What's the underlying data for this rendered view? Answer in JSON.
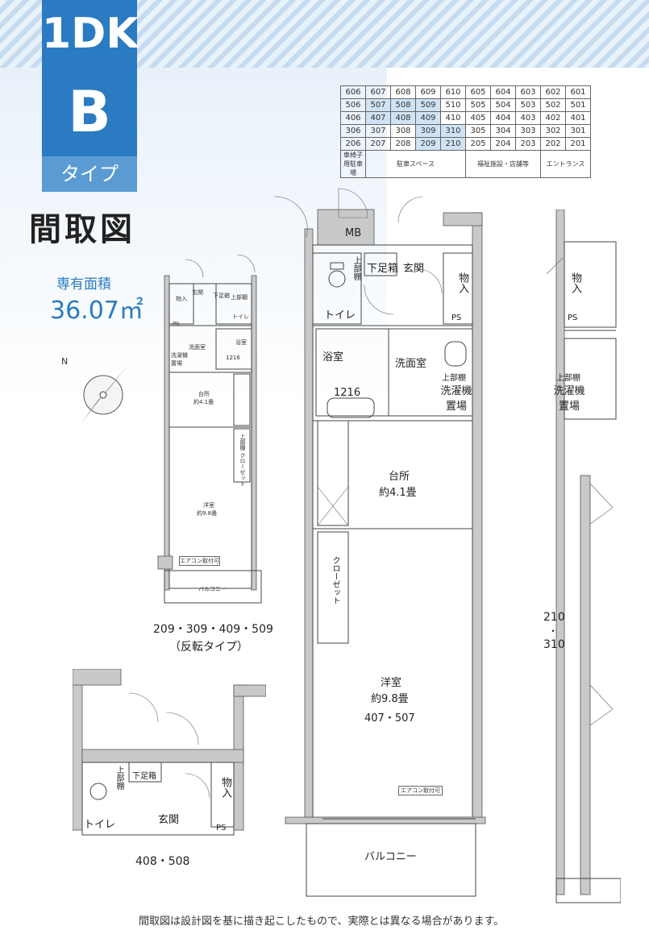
{
  "header": {
    "layout": "1DK",
    "type_letter": "B",
    "type_word": "タイプ",
    "title": "間取図"
  },
  "area": {
    "label": "専有面積",
    "value": "36.07㎡"
  },
  "unit_table": {
    "rows": [
      [
        {
          "t": "606"
        },
        {
          "t": "607"
        },
        {
          "t": "608"
        },
        {
          "t": "609"
        },
        {
          "t": "610"
        },
        {
          "t": "605"
        },
        {
          "t": "604"
        },
        {
          "t": "603"
        },
        {
          "t": "602"
        },
        {
          "t": "601"
        }
      ],
      [
        {
          "t": "506"
        },
        {
          "t": "507",
          "h": true
        },
        {
          "t": "508",
          "h": true
        },
        {
          "t": "509",
          "h": true
        },
        {
          "t": "510"
        },
        {
          "t": "505"
        },
        {
          "t": "504"
        },
        {
          "t": "503"
        },
        {
          "t": "502"
        },
        {
          "t": "501"
        }
      ],
      [
        {
          "t": "406"
        },
        {
          "t": "407",
          "h": true
        },
        {
          "t": "408",
          "h": true
        },
        {
          "t": "409",
          "h": true
        },
        {
          "t": "410"
        },
        {
          "t": "405"
        },
        {
          "t": "404"
        },
        {
          "t": "403"
        },
        {
          "t": "402"
        },
        {
          "t": "401"
        }
      ],
      [
        {
          "t": "306"
        },
        {
          "t": "307"
        },
        {
          "t": "308"
        },
        {
          "t": "309",
          "h": true
        },
        {
          "t": "310",
          "h": true
        },
        {
          "t": "305"
        },
        {
          "t": "304"
        },
        {
          "t": "303"
        },
        {
          "t": "302"
        },
        {
          "t": "301"
        }
      ],
      [
        {
          "t": "206"
        },
        {
          "t": "207"
        },
        {
          "t": "208"
        },
        {
          "t": "209",
          "h": true
        },
        {
          "t": "210",
          "h": true
        },
        {
          "t": "205"
        },
        {
          "t": "204"
        },
        {
          "t": "203"
        },
        {
          "t": "202"
        },
        {
          "t": "201"
        }
      ]
    ],
    "legend": [
      {
        "t": "車椅子用駐車場",
        "span": 1
      },
      {
        "t": "駐車スペース",
        "span": 4
      },
      {
        "t": "福祉施設・店舗等",
        "span": 3
      },
      {
        "t": "エントランス",
        "span": 2
      }
    ]
  },
  "main_plan": {
    "mb": "MB",
    "shelf_upper": "上部棚",
    "shoe_box": "下足箱",
    "entrance": "玄関",
    "storage": "物入",
    "toilet": "トイレ",
    "ps": "PS",
    "bath": "浴室",
    "bath_size": "1216",
    "washroom": "洗面室",
    "upper_shelf": "上部棚",
    "washer": "洗濯機置場",
    "kitchen": "台所",
    "kitchen_size": "約4.1畳",
    "closet": "クローゼット",
    "western": "洋室",
    "western_size": "約9.8畳",
    "unit_numbers": "407・507",
    "aircon": "エアコン取付可",
    "balcony": "バルコニー"
  },
  "reverse_plan": {
    "caption_units": "209・309・409・509",
    "caption_type": "（反転タイプ）",
    "entrance": "玄関",
    "shoe_box": "下足箱",
    "storage": "物入",
    "shelf": "上部棚",
    "toilet": "トイレ",
    "ps": "PS",
    "bath": "浴室",
    "bath_size": "1216",
    "washroom": "洗面室",
    "washer": "洗濯機置場",
    "kitchen": "台所",
    "kitchen_size": "約4.1畳",
    "closet": "上部棚 クローゼット",
    "western": "洋室",
    "western_size": "約9.8畳",
    "aircon": "エアコン取付可",
    "balcony": "バルコニー"
  },
  "variant_408": {
    "caption": "408・508",
    "shelf": "上部棚",
    "shoe_box": "下足箱",
    "storage": "物入",
    "toilet": "トイレ",
    "entrance": "玄関",
    "ps": "PS"
  },
  "variant_210": {
    "caption_top": "210",
    "caption_mid": "・",
    "caption_bottom": "310",
    "storage": "物入",
    "ps": "PS",
    "shelf": "上部棚",
    "washer": "洗濯機置場"
  },
  "footer": {
    "note": "間取図は設計図を基に描き起こしたもので、実際とは異なる場合があります。"
  }
}
